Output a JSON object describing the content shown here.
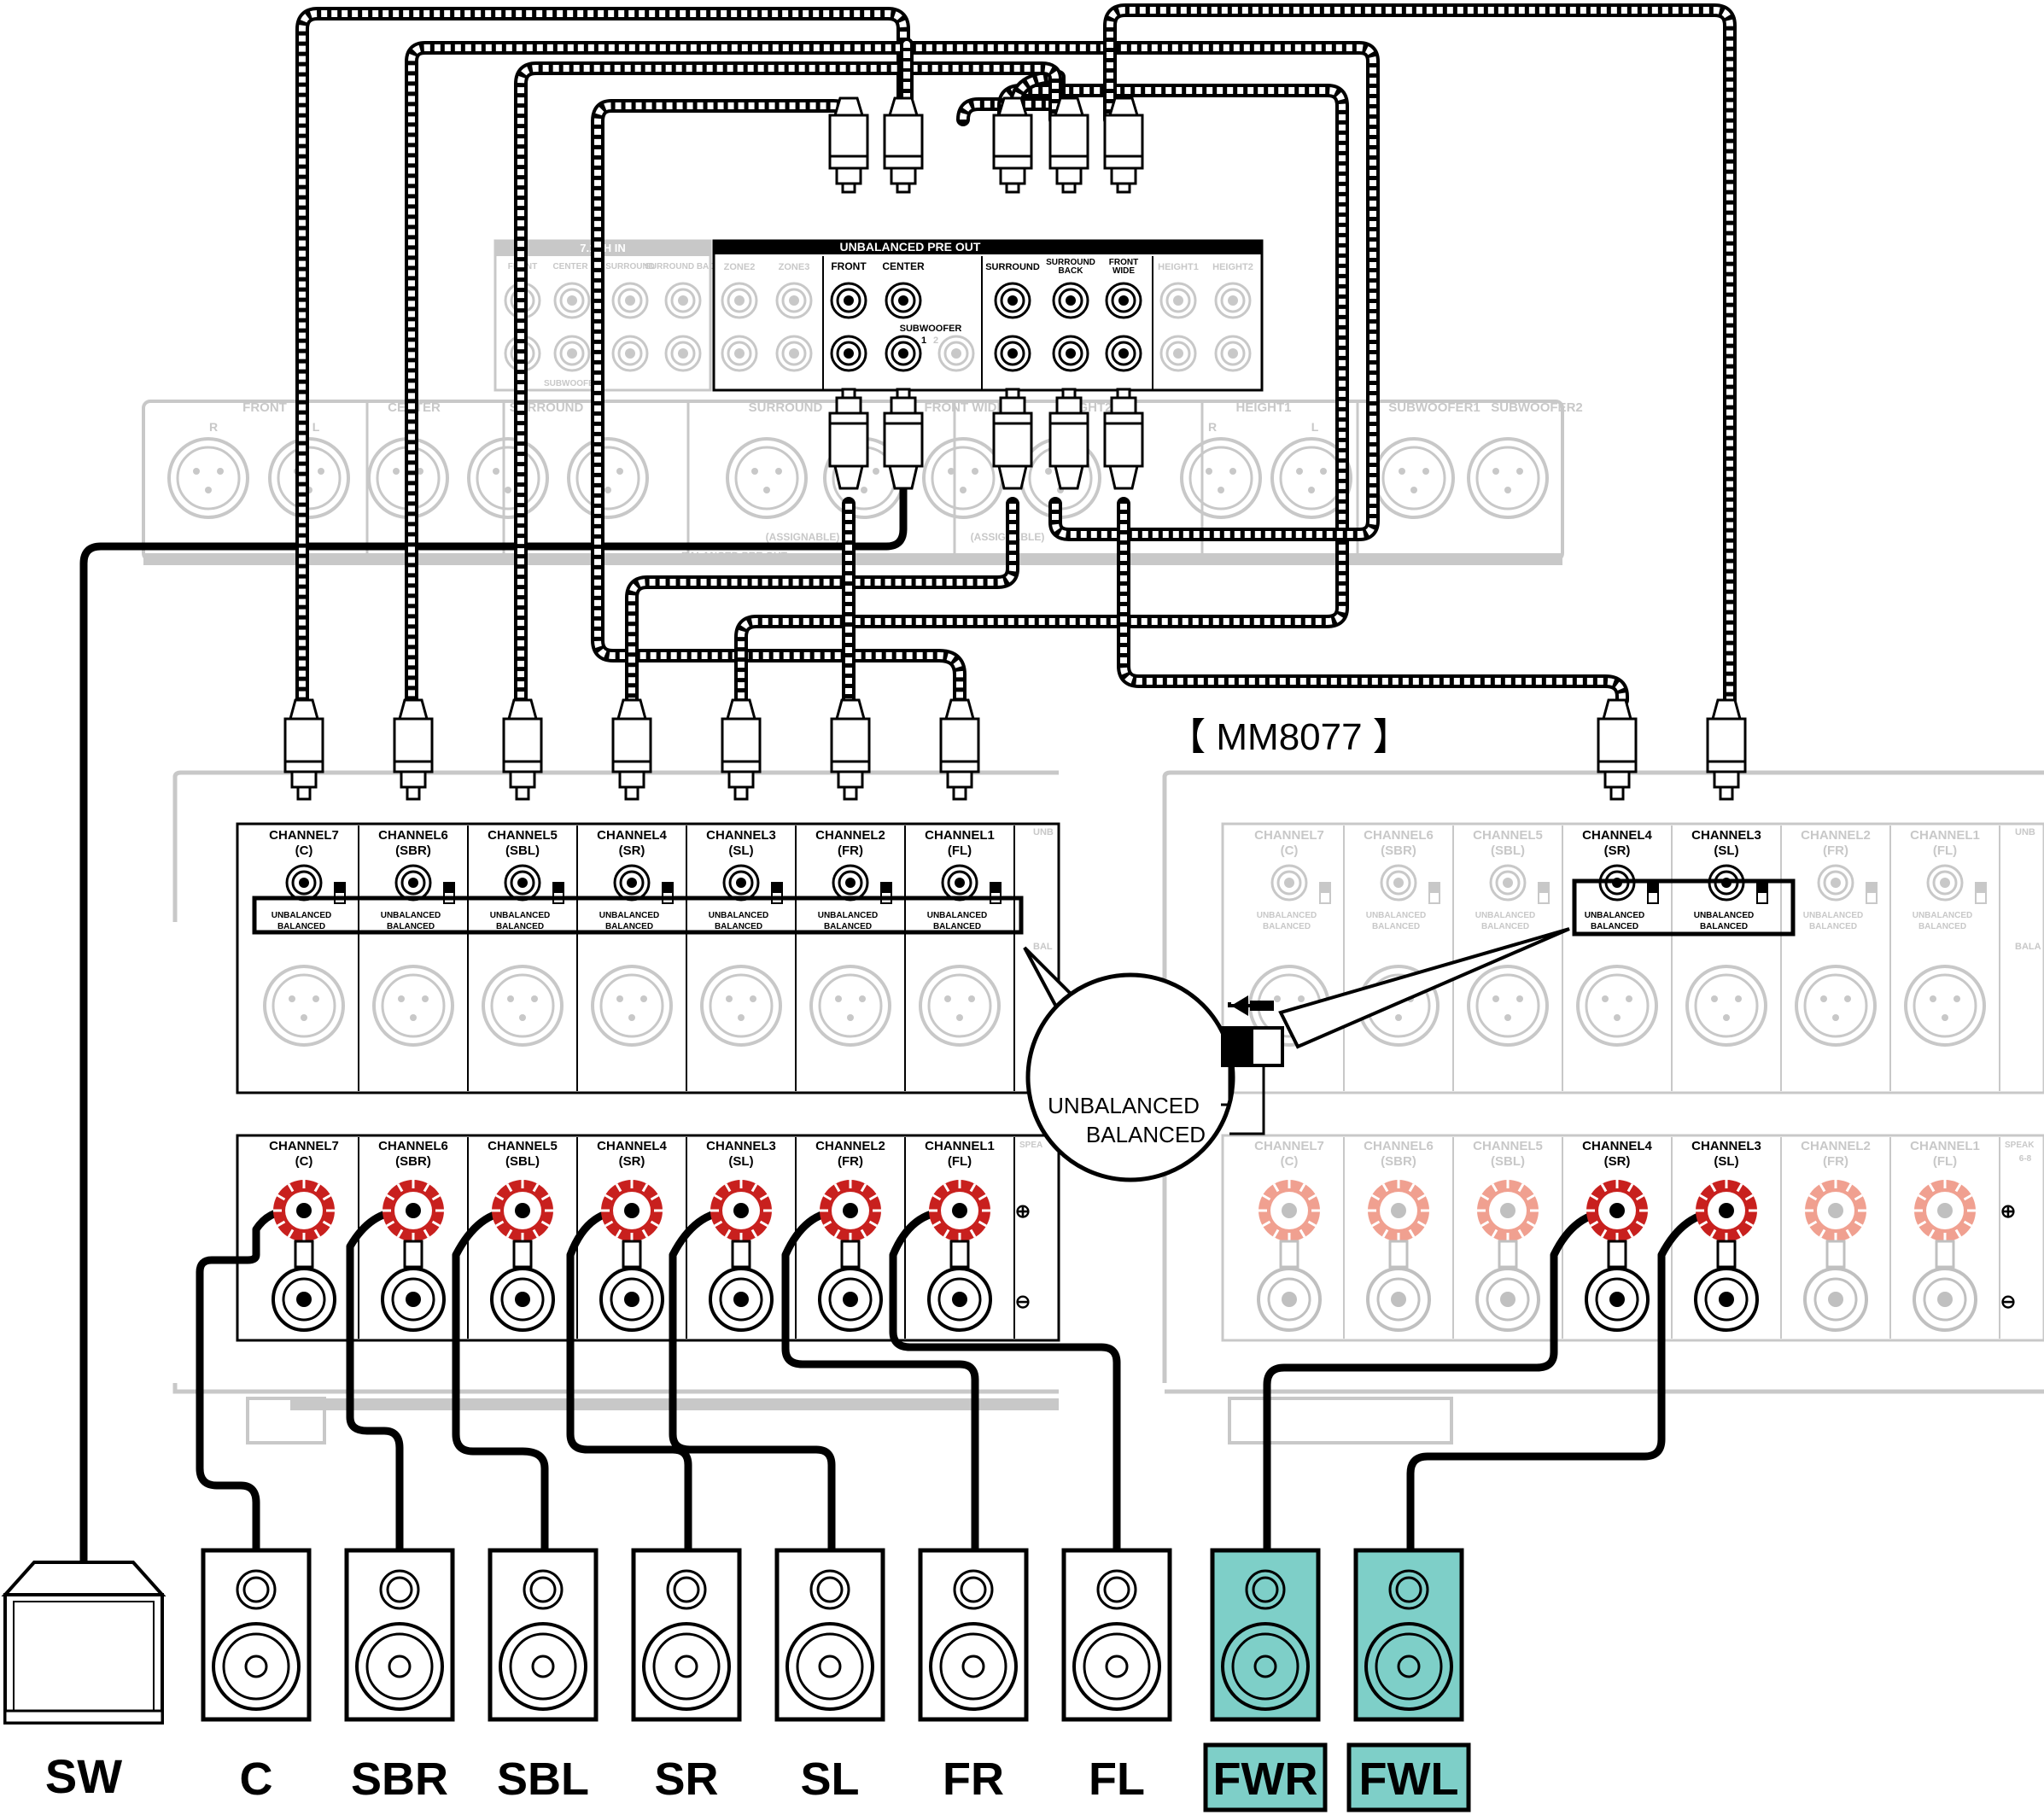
{
  "avr": {
    "unbalanced_preout_title": "UNBALANCED PRE OUT",
    "in_7_1_title": "7.1CH IN",
    "preout_labels": [
      "ZONE2",
      "ZONE3",
      "FRONT",
      "CENTER",
      "SURROUND",
      "SURROUND BACK",
      "FRONT WIDE",
      "HEIGHT1",
      "HEIGHT2"
    ],
    "in_labels": [
      "FRONT",
      "CENTER",
      "SURROUND",
      "SURROUND BACK"
    ],
    "subwoofer_label": "SUBWOOFER",
    "subwoofer_nums": [
      "1",
      "2"
    ],
    "subwoofer_in_label": "SUBWOOFER",
    "balanced_labels": [
      "FRONT",
      "CENTER",
      "SURROUND",
      "SURROUND",
      "FRONT WIDE",
      "HEIGHT2",
      "HEIGHT1",
      "SUBWOOFER1",
      "SUBWOOFER2"
    ],
    "balanced_section_title": "BALANCED PRE OUT",
    "assignable": "(ASSIGNABLE)",
    "rl": [
      "R",
      "L"
    ]
  },
  "amp_left": {
    "channels": [
      {
        "name": "CHANNEL7",
        "sub": "(C)"
      },
      {
        "name": "CHANNEL6",
        "sub": "(SBR)"
      },
      {
        "name": "CHANNEL5",
        "sub": "(SBL)"
      },
      {
        "name": "CHANNEL4",
        "sub": "(SR)"
      },
      {
        "name": "CHANNEL3",
        "sub": "(SL)"
      },
      {
        "name": "CHANNEL2",
        "sub": "(FR)"
      },
      {
        "name": "CHANNEL1",
        "sub": "(FL)"
      }
    ],
    "switch_top": "UNBALANCED",
    "switch_bottom": "BALANCED",
    "unbal_clip": "UNB",
    "bal_clip": "BAL",
    "speak_clip": "SPEA",
    "plus": "⊕",
    "minus": "⊖"
  },
  "amp_right": {
    "model_label": "【 MM8077 】",
    "channels": [
      {
        "name": "CHANNEL7",
        "sub": "(C)"
      },
      {
        "name": "CHANNEL6",
        "sub": "(SBR)"
      },
      {
        "name": "CHANNEL5",
        "sub": "(SBL)"
      },
      {
        "name": "CHANNEL4",
        "sub": "(SR)"
      },
      {
        "name": "CHANNEL3",
        "sub": "(SL)"
      },
      {
        "name": "CHANNEL2",
        "sub": "(FR)"
      },
      {
        "name": "CHANNEL1",
        "sub": "(FL)"
      }
    ],
    "unbal_clip": "UNB",
    "bal_clip": "BALA",
    "speak_clip": "SPEAK",
    "speak_sub": "6-8"
  },
  "callout": {
    "unbalanced": "UNBALANCED",
    "balanced": "BALANCED"
  },
  "speakers": [
    {
      "label": "SW",
      "highlight": false
    },
    {
      "label": "C",
      "highlight": false
    },
    {
      "label": "SBR",
      "highlight": false
    },
    {
      "label": "SBL",
      "highlight": false
    },
    {
      "label": "SR",
      "highlight": false
    },
    {
      "label": "SL",
      "highlight": false
    },
    {
      "label": "FR",
      "highlight": false
    },
    {
      "label": "FL",
      "highlight": false
    },
    {
      "label": "FWR",
      "highlight": true
    },
    {
      "label": "FWL",
      "highlight": true
    }
  ],
  "colors": {
    "highlight": "#7ecfc8",
    "terminal_red": "#c8201e",
    "terminal_faded": "#f0a090",
    "ghost": "#c8c8c8"
  }
}
